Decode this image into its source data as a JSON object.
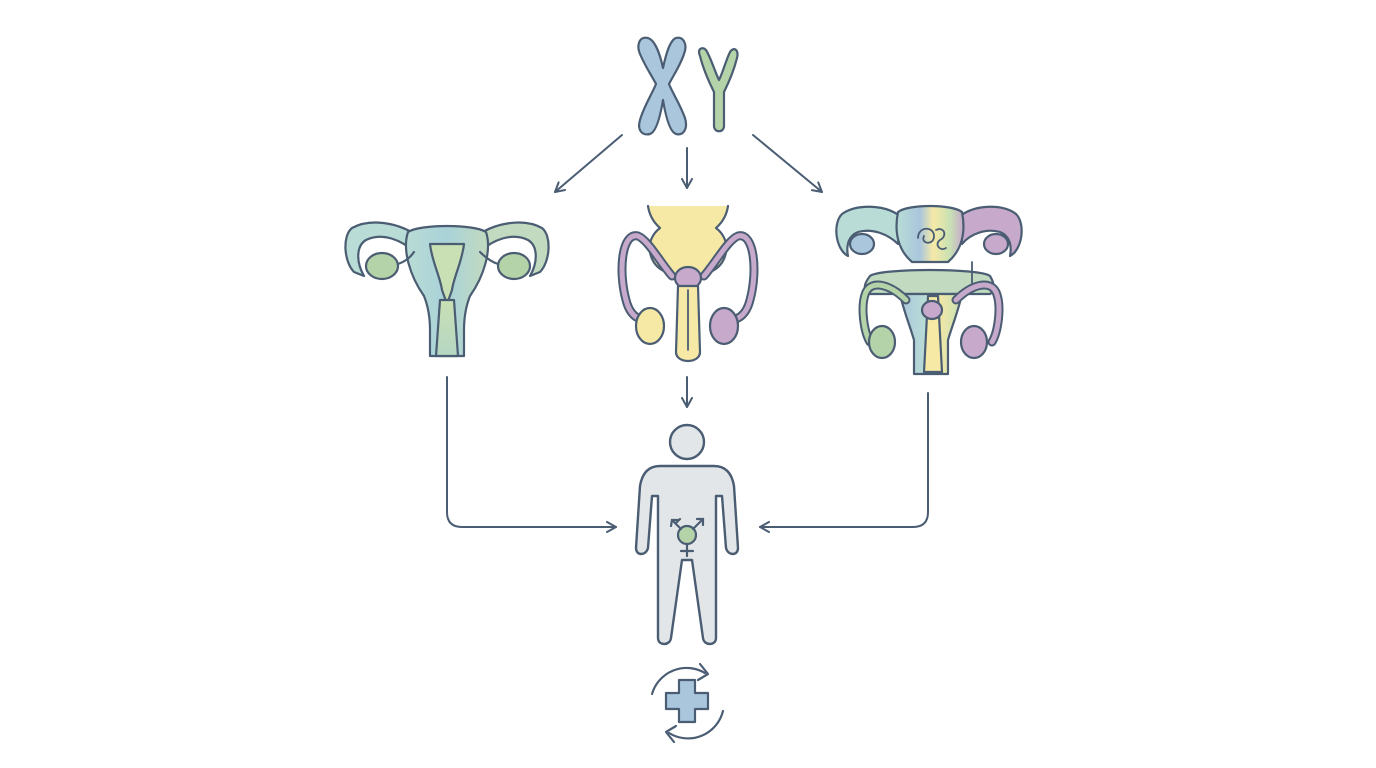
{
  "diagram": {
    "chromosomes": {
      "x": "X",
      "y": "Y"
    },
    "nodes": [
      {
        "id": "xy-chromosomes",
        "icon": "xy-chromosomes-icon"
      },
      {
        "id": "female-reproductive-anatomy",
        "icon": "uterus-ovaries-icon"
      },
      {
        "id": "male-reproductive-anatomy",
        "icon": "male-reproductive-icon"
      },
      {
        "id": "intersex-reproductive-anatomy",
        "icon": "combined-reproductive-icon"
      },
      {
        "id": "person",
        "icon": "person-intersex-symbol-icon"
      },
      {
        "id": "healthcare-cycle",
        "icon": "medical-cross-cycle-icon"
      }
    ],
    "edges": [
      {
        "from": "xy-chromosomes",
        "to": "female-reproductive-anatomy"
      },
      {
        "from": "xy-chromosomes",
        "to": "male-reproductive-anatomy"
      },
      {
        "from": "xy-chromosomes",
        "to": "intersex-reproductive-anatomy"
      },
      {
        "from": "female-reproductive-anatomy",
        "to": "person"
      },
      {
        "from": "male-reproductive-anatomy",
        "to": "person"
      },
      {
        "from": "intersex-reproductive-anatomy",
        "to": "person"
      }
    ],
    "colors": {
      "stroke": "#4a5d73",
      "blue": "#a9c6dc",
      "teal": "#b9dcd6",
      "green": "#b5d3a8",
      "yellow": "#f6e9a6",
      "purple": "#c7a9cc",
      "gray": "#e3e6e9"
    }
  }
}
